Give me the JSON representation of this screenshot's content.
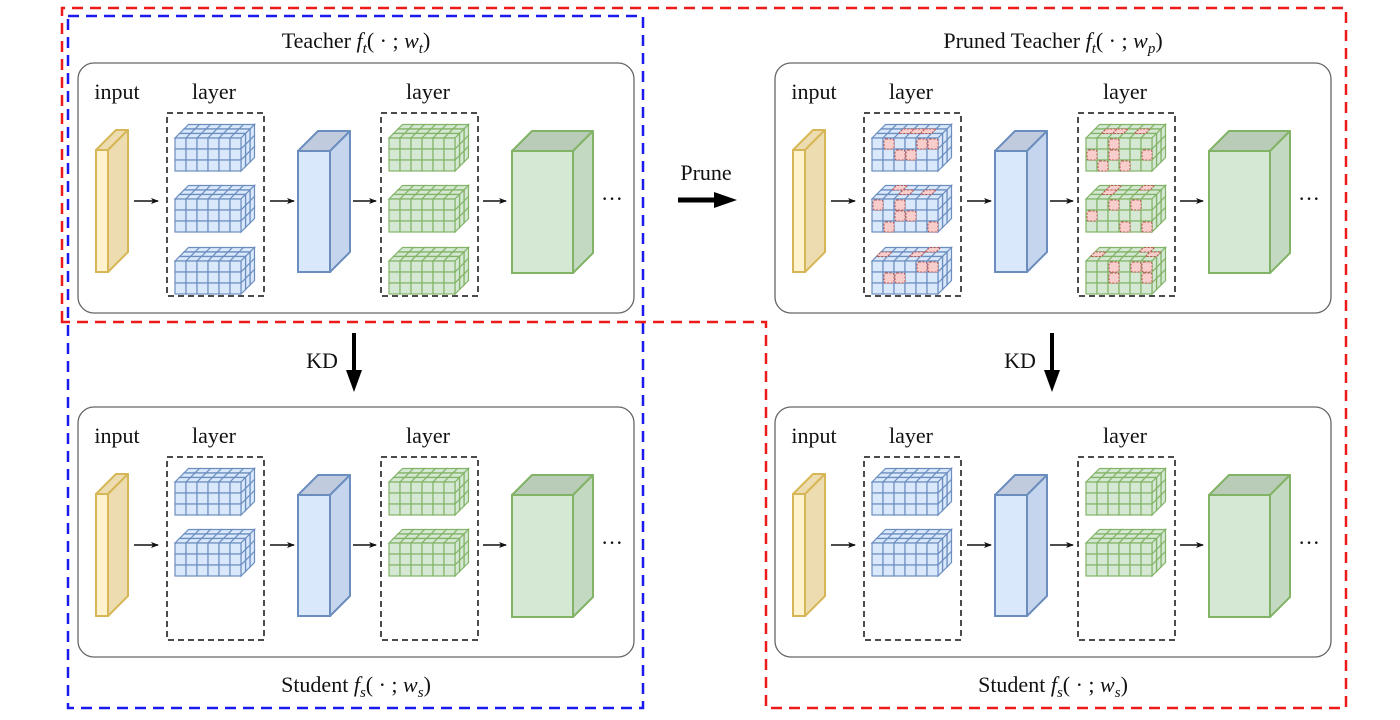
{
  "colors": {
    "teacher_group_border": "#1a1aee",
    "pruned_group_border": "#ee1a1a",
    "panel_border": "#666666",
    "input_fill": "#fff2cc",
    "input_side": "#ecdcb0",
    "input_stroke": "#d6b656",
    "blue_fill": "#dae8fc",
    "blue_side": "#c5d5ed",
    "blue_top": "#c0ccdd",
    "blue_stroke": "#6c8ebf",
    "green_fill": "#d5e8d4",
    "green_side": "#c3d9c2",
    "green_top": "#b9ccb8",
    "green_stroke": "#82b366",
    "pruned_fill": "#f8cecc",
    "pruned_stroke": "#b85450"
  },
  "panels": [
    {
      "id": "teacher",
      "title": {
        "prefix": "Teacher ",
        "func": "f",
        "func_sub": "t",
        "args": "( · ; ",
        "weight": "w",
        "weight_sub": "t",
        "close": ")"
      },
      "title_position": "above",
      "labels": {
        "input": "input",
        "layer1": "layer",
        "layer2": "layer",
        "ellipsis": "···"
      },
      "layer_stacks": 3,
      "pruned": false
    },
    {
      "id": "pruned-teacher",
      "title": {
        "prefix": "Pruned Teacher ",
        "func": "f",
        "func_sub": "t",
        "args": "( · ; ",
        "weight": "w",
        "weight_sub": "p",
        "close": ")"
      },
      "title_position": "above",
      "labels": {
        "input": "input",
        "layer1": "layer",
        "layer2": "layer",
        "ellipsis": "···"
      },
      "layer_stacks": 3,
      "pruned": true
    },
    {
      "id": "student-left",
      "title": {
        "prefix": "Student ",
        "func": "f",
        "func_sub": "s",
        "args": "( · ; ",
        "weight": "w",
        "weight_sub": "s",
        "close": ")"
      },
      "title_position": "below",
      "labels": {
        "input": "input",
        "layer1": "layer",
        "layer2": "layer",
        "ellipsis": "···"
      },
      "layer_stacks": 2,
      "pruned": false
    },
    {
      "id": "student-right",
      "title": {
        "prefix": "Student ",
        "func": "f",
        "func_sub": "s",
        "args": "( · ; ",
        "weight": "w",
        "weight_sub": "s",
        "close": ")"
      },
      "title_position": "below",
      "labels": {
        "input": "input",
        "layer1": "layer",
        "layer2": "layer",
        "ellipsis": "···"
      },
      "layer_stacks": 2,
      "pruned": false
    }
  ],
  "arrows": {
    "prune": "Prune",
    "kd_left": "KD",
    "kd_right": "KD"
  }
}
